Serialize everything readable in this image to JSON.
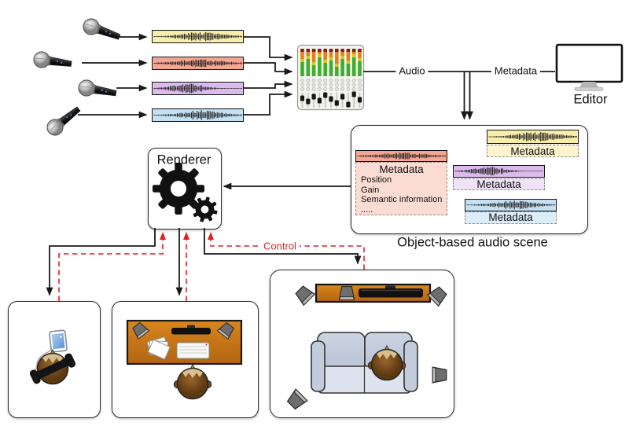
{
  "labels": {
    "audio": "Audio",
    "metadata": "Metadata",
    "editor": "Editor",
    "renderer": "Renderer",
    "control": "Control",
    "scene_caption": "Object-based audio scene"
  },
  "scene_objects": [
    {
      "name": "yellow-object",
      "metadata_label": "Metadata"
    },
    {
      "name": "pink-object",
      "metadata_label": "Metadata",
      "details": [
        "Position",
        "Gain",
        "Semantic information",
        "....."
      ]
    },
    {
      "name": "purple-object",
      "metadata_label": "Metadata"
    },
    {
      "name": "blue-object",
      "metadata_label": "Metadata"
    }
  ],
  "colors": {
    "object_yellow": "#F8EDA9",
    "object_yellow_light": "#FBF4CD",
    "object_pink": "#F4A693",
    "object_pink_light": "#FBDCD3",
    "object_purple": "#DCBBEC",
    "object_purple_light": "#F0E3F8",
    "object_blue": "#C4E0F2",
    "object_blue_light": "#DBEDF9",
    "control_red": "#DD2222",
    "desk_wood": "#C8741C",
    "meter_green": "#3FAE2A",
    "meter_yellow": "#D9C420",
    "meter_orange": "#E2801A",
    "meter_red": "#8B1A0F"
  }
}
